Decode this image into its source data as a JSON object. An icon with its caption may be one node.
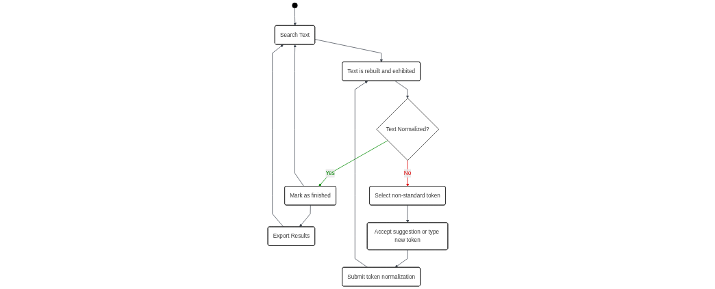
{
  "diagram": {
    "nodes": [
      {
        "text": [],
        "shape": "circle"
      },
      {
        "text": [
          "Search Text"
        ]
      },
      {
        "text": [
          "Text is rebuilt and exhibited"
        ]
      },
      {
        "text": [
          "Text Normalized?"
        ]
      },
      {
        "text": [
          "Mark as finished"
        ]
      },
      {
        "text": [
          "Export Results"
        ]
      },
      {
        "text": [
          "Select non-standard token"
        ]
      },
      {
        "text": [
          "Accept suggestion or type new token"
        ]
      },
      {
        "text": [
          "Submit token normalization"
        ]
      }
    ],
    "edges": [
      {
        "from": 0,
        "to": 1,
        "arrow": "to"
      },
      {
        "from": 1,
        "to": 2,
        "arrow": "to"
      },
      {
        "from": 2,
        "to": 3,
        "arrow": "to"
      },
      {
        "from": 3,
        "to": 4,
        "arrow": "to",
        "label": "Yes",
        "color": "#008a00"
      },
      {
        "from": 3,
        "to": 6,
        "arrow": "to",
        "label": "No",
        "color": "#e00000"
      },
      {
        "from": 6,
        "to": 7,
        "arrow": "to"
      },
      {
        "from": 7,
        "to": 8,
        "arrow": "to"
      },
      {
        "from": 8,
        "to": 2,
        "arrow": "to"
      },
      {
        "from": 4,
        "to": 5,
        "arrow": "to"
      },
      {
        "from": 5,
        "to": 1,
        "arrow": "to"
      },
      {
        "from": 4,
        "to": 1,
        "arrow": "to"
      }
    ]
  }
}
